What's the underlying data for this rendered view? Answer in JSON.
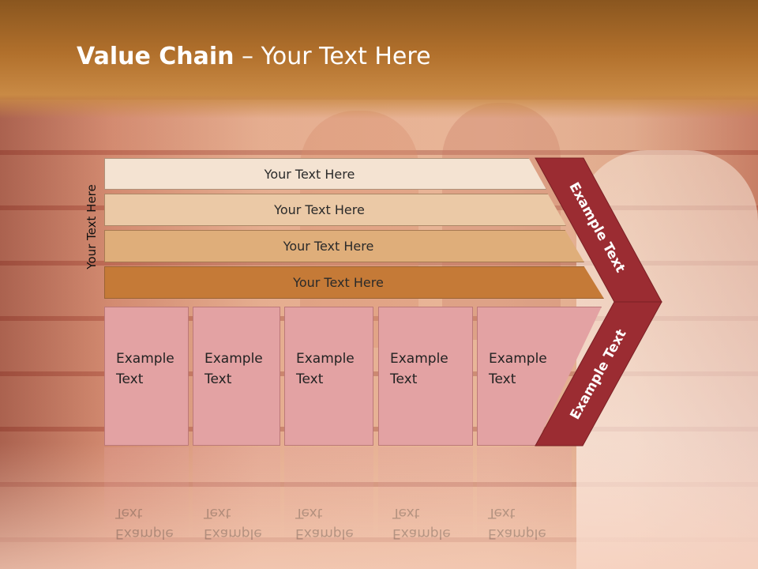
{
  "slide": {
    "title_bold": "Value Chain",
    "title_rest": " – Your Text Here",
    "side_label": "Your Text Here"
  },
  "bars": [
    {
      "label": "Your Text Here",
      "color": "#f4e3d2"
    },
    {
      "label": "Your Text Here",
      "color": "#ebc9a6"
    },
    {
      "label": "Your Text Here",
      "color": "#dfae7a"
    },
    {
      "label": "Your Text Here",
      "color": "#c57a37"
    }
  ],
  "boxes": [
    {
      "line1": "Example",
      "line2": "Text"
    },
    {
      "line1": "Example",
      "line2": "Text"
    },
    {
      "line1": "Example",
      "line2": "Text"
    },
    {
      "line1": "Example",
      "line2": "Text"
    },
    {
      "line1": "Example",
      "line2": "Text"
    }
  ],
  "chevron": {
    "upper_label": "Example Text",
    "lower_label": "Example Text",
    "color": "#9b2c32"
  },
  "colors": {
    "header": "#b1702c",
    "box_fill": "#e3a2a3"
  }
}
